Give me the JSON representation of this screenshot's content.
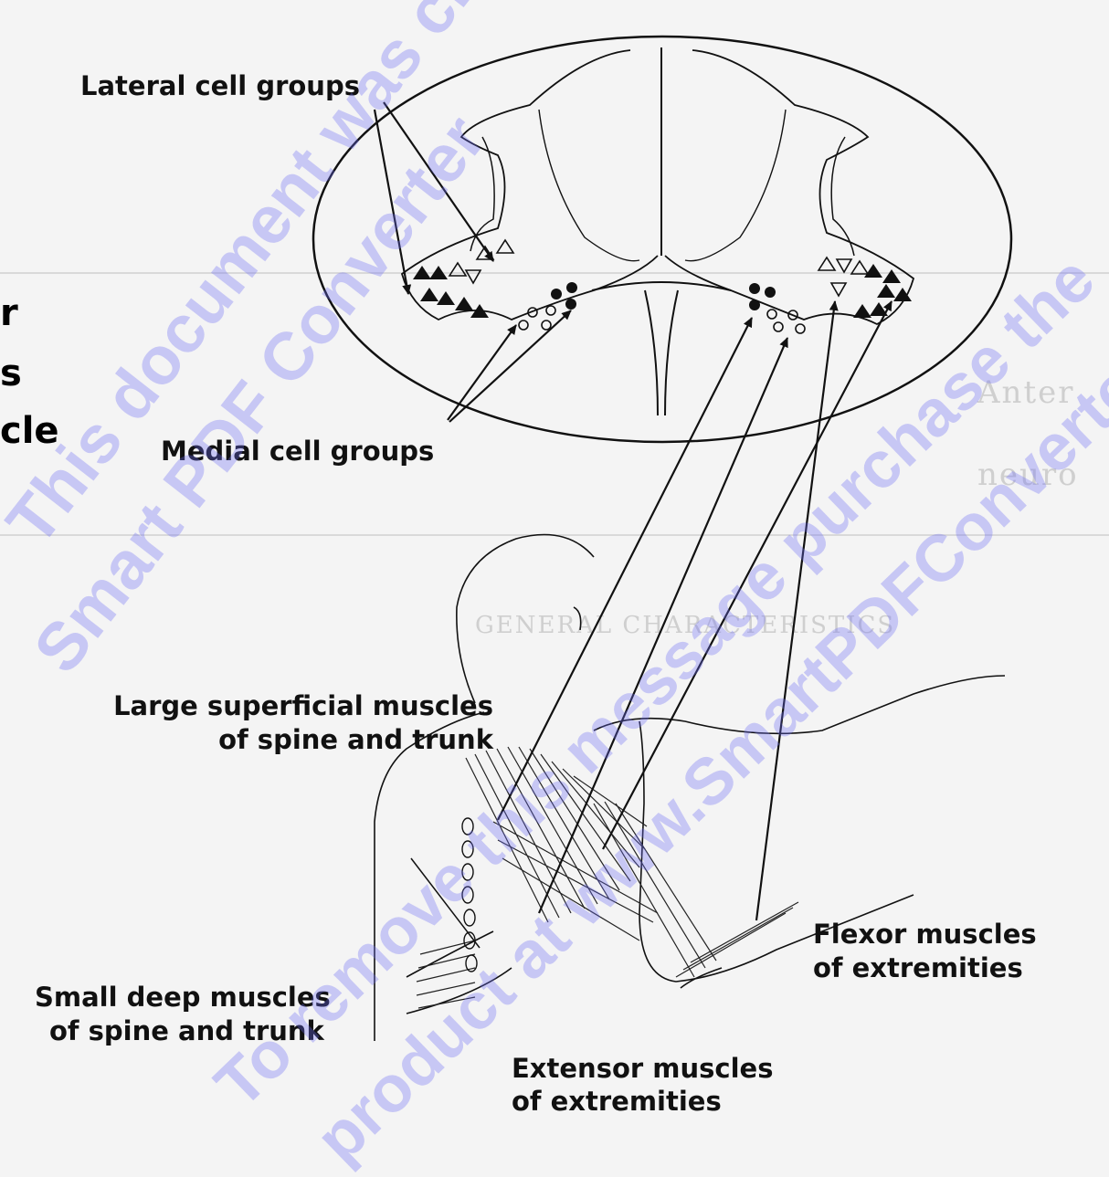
{
  "labels": {
    "lateral": "Lateral cell groups",
    "medial": "Medial cell groups",
    "large_superficial_line1": "Large superficial muscles",
    "large_superficial_line2": "of spine and trunk",
    "small_deep_line1": "Small deep muscles",
    "small_deep_line2": "of spine and trunk",
    "flexor_line1": "Flexor muscles",
    "flexor_line2": "of extremities",
    "extensor_line1": "Extensor muscles",
    "extensor_line2": "of extremities"
  },
  "side_fragments": [
    "r",
    "s",
    "cle"
  ],
  "watermark": {
    "lines": [
      "This document was created",
      "Smart PDF Converter",
      "To remove this message purchase the",
      "product at www.SmartPDFConverter.com"
    ],
    "color": "#6e6ef5"
  },
  "background_text": {
    "lines": [
      "Anter",
      "neuro",
      "GENERAL CHARACTERISTICS"
    ]
  }
}
